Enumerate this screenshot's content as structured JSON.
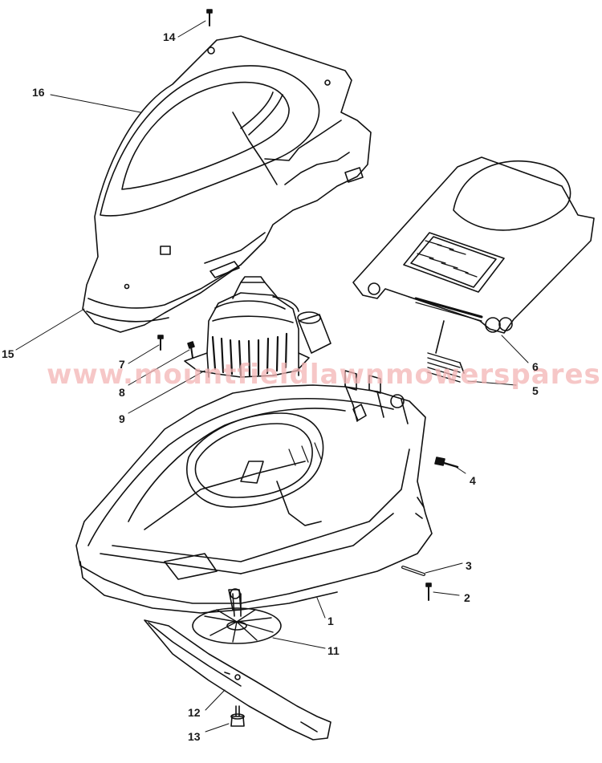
{
  "watermark": "www.mountfieldlawnmowerspares.direct",
  "callouts": [
    "1",
    "2",
    "3",
    "4",
    "5",
    "6",
    "7",
    "8",
    "9",
    "11",
    "12",
    "13",
    "14",
    "15",
    "16"
  ]
}
